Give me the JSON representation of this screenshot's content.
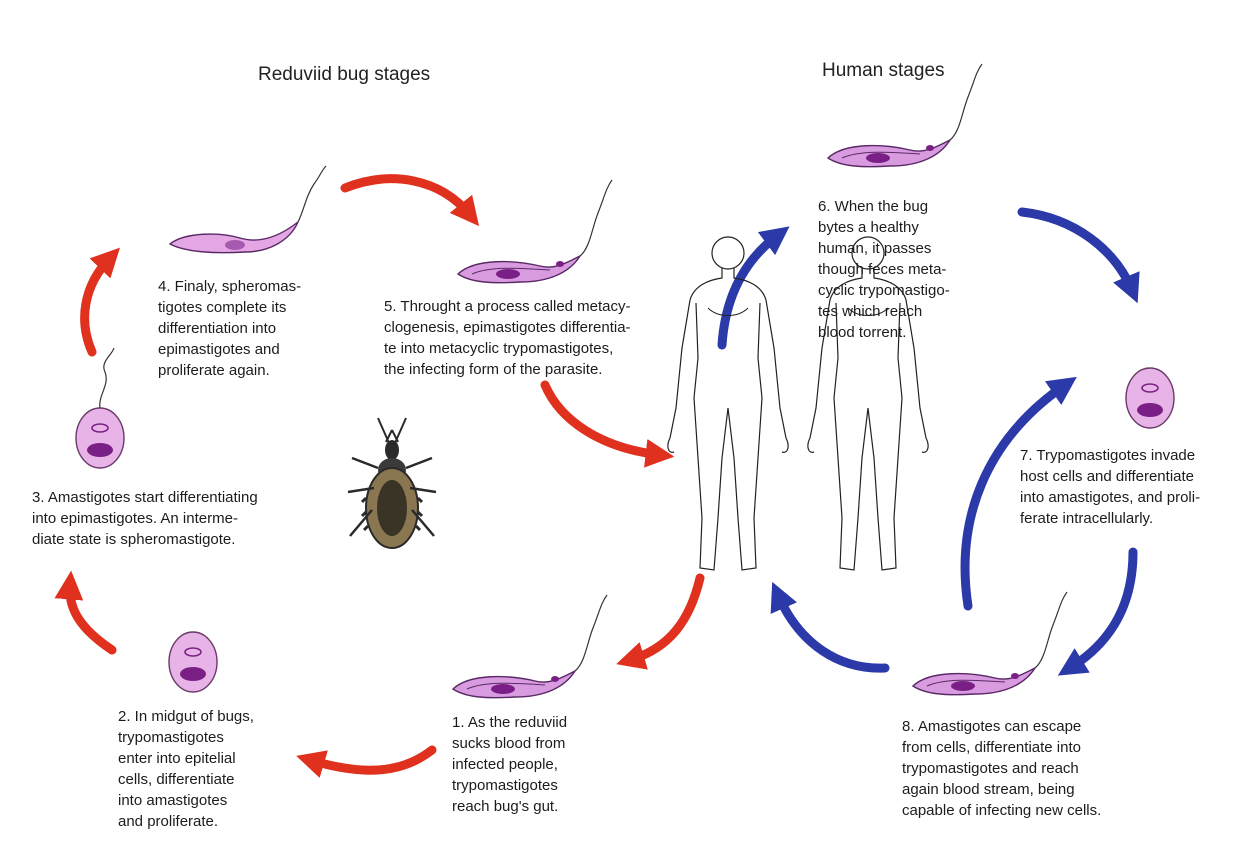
{
  "headings": {
    "bug": "Reduviid bug stages",
    "human": "Human stages"
  },
  "steps": [
    {
      "id": "1",
      "text": "1. As the reduviid\nsucks blood from\ninfected people,\ntrypomastigotes\nreach bug's gut."
    },
    {
      "id": "2",
      "text": "2. In midgut of bugs,\ntrypomastigotes\nenter into epitelial\ncells, differentiate\ninto amastigotes\nand proliferate."
    },
    {
      "id": "3",
      "text": "3. Amastigotes start differentiating\ninto epimastigotes. An interme-\ndiate state is spheromastigote."
    },
    {
      "id": "4",
      "text": "4. Finaly, spheromas-\ntigotes complete its\ndifferentiation into\nepimastigotes and\nproliferate again."
    },
    {
      "id": "5",
      "text": "5. Throught a process called metacy-\nclogenesis, epimastigotes differentia-\nte into metacyclic trypomastigotes,\nthe infecting form of the parasite."
    },
    {
      "id": "6",
      "text": "6. When the bug\nbytes a healthy\nhuman, it passes\nthough feces meta-\ncyclic trypomastigo-\ntes which reach\nblood torrent."
    },
    {
      "id": "7",
      "text": "7. Trypomastigotes invade\nhost cells and differentiate\ninto amastigotes, and proli-\nferate intracellularly."
    },
    {
      "id": "8",
      "text": "8. Amastigotes can escape\nfrom cells, differentiate into\ntrypomastigotes and reach\nagain blood stream, being\ncapable of infecting new cells."
    }
  ],
  "colors": {
    "bug_arrow": "#e0301e",
    "human_arrow": "#2b3aa8",
    "parasite_fill": "#d99be0",
    "parasite_stroke": "#5a2a66",
    "nucleus": "#7a1f86",
    "cell_fill": "#e8b3e6"
  }
}
